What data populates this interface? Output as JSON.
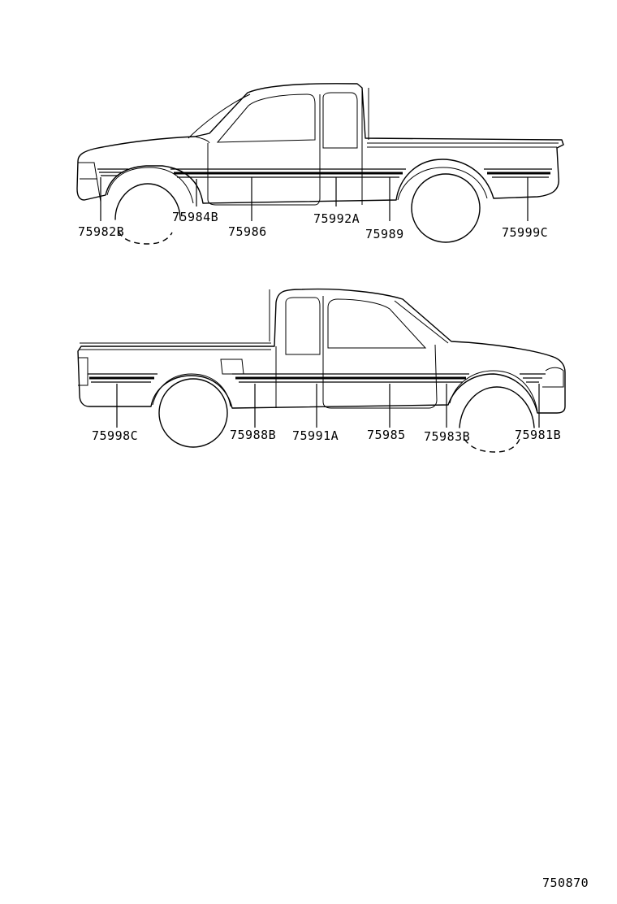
{
  "diagram_code": "750870",
  "upper_view": {
    "labels": {
      "p75982B": "75982B",
      "p75984B": "75984B",
      "p75986": "75986",
      "p75992A": "75992A",
      "p75989": "75989",
      "p75999C": "75999C"
    }
  },
  "lower_view": {
    "labels": {
      "p75998C": "75998C",
      "p75988B": "75988B",
      "p75991A": "75991A",
      "p75985": "75985",
      "p75983B": "75983B",
      "p75981B": "75981B"
    }
  }
}
